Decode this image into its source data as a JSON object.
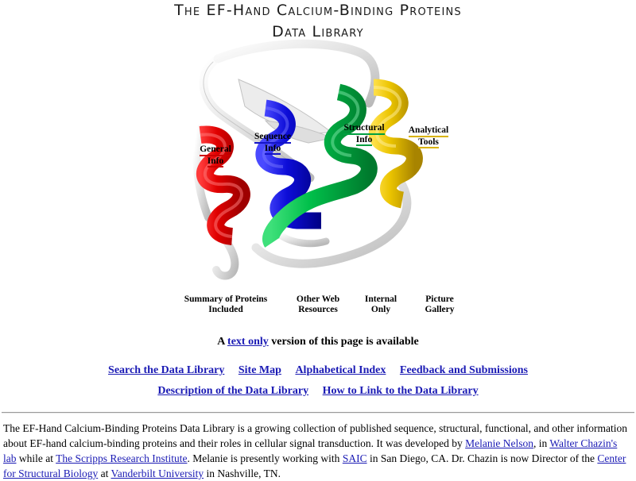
{
  "banner": {
    "line1": "The EF-Hand Calcium-Binding Proteins",
    "line2": "Data Library"
  },
  "image_map": {
    "alt": "protein ribbon diagram navigation image map",
    "hotspots": [
      {
        "id": "general-info",
        "line1": "General",
        "line2": "Info",
        "color": "#cc0000"
      },
      {
        "id": "sequence-info",
        "line1": "Sequence",
        "line2": "Info",
        "color": "#1414c8"
      },
      {
        "id": "structural-info",
        "line1": "Structural",
        "line2": "Info",
        "color": "#00a040"
      },
      {
        "id": "analytical-tools",
        "line1": "Analytical",
        "line2": "Tools",
        "color": "#d9b300"
      },
      {
        "id": "summary-proteins",
        "line1": "Summary of Proteins",
        "line2": "Included",
        "color": "#6b2d17"
      },
      {
        "id": "other-web",
        "line1": "Other Web",
        "line2": "Resources",
        "color": "#a0522d"
      },
      {
        "id": "internal-only",
        "line1": "Internal",
        "line2": "Only",
        "color": "#e07000"
      },
      {
        "id": "picture-gallery",
        "line1": "Picture",
        "line2": "Gallery",
        "color": "#7a2ea8"
      }
    ],
    "helix_colors": {
      "red": "#dd0000",
      "blue": "#0b0bd2",
      "green": "#00b848",
      "gold": "#e6c200",
      "loop": "#d8d8d8"
    }
  },
  "text_only": {
    "before": "A ",
    "link": "text only",
    "after": " version of this page is available"
  },
  "nav": {
    "row1": [
      "Search the Data Library",
      "Site Map",
      "Alphabetical Index",
      "Feedback and Submissions"
    ],
    "row2": [
      "Description of the Data Library",
      "How to Link to the Data Library"
    ]
  },
  "blurb": {
    "s1": "The EF-Hand Calcium-Binding Proteins Data Library is a growing collection of published sequence, structural, functional, and other information about EF-hand calcium-binding proteins and their roles in cellular signal transduction. It was developed by ",
    "l1": "Melanie Nelson",
    "s2": ", in ",
    "l2": "Walter Chazin's lab",
    "s3": " while at ",
    "l3": "The Scripps Research Institute",
    "s4": ". Melanie is presently working with ",
    "l4": "SAIC",
    "s5": " in San Diego, CA. Dr. Chazin is now Director of the ",
    "l5": "Center for Structural Biology",
    "s6": " at ",
    "l6": "Vanderbilt University",
    "s7": " in Nashville, TN."
  }
}
